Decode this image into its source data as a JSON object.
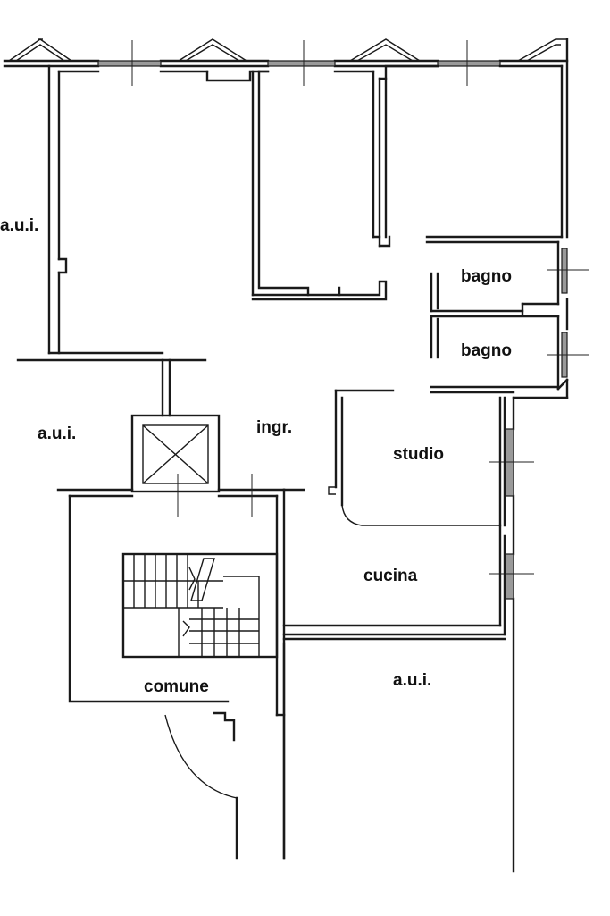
{
  "rooms": {
    "aui_top_left": "a.u.i.",
    "bagno_upper": "bagno",
    "bagno_lower": "bagno",
    "aui_left": "a.u.i.",
    "ingresso": "ingr.",
    "studio": "studio",
    "cucina": "cucina",
    "comune": "comune",
    "aui_bottom": "a.u.i."
  }
}
